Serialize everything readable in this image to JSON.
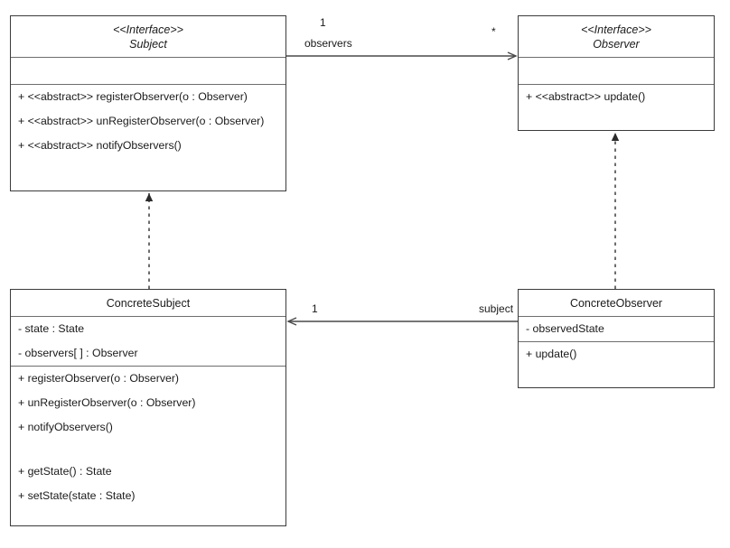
{
  "diagram": {
    "title": "Observer Pattern UML Class Diagram",
    "type": "uml-class-diagram",
    "colors": {
      "background": "#ffffff",
      "box_border": "#3b3b3b",
      "compartment_divider": "#6e6e6e",
      "connector": "#4a4a4a",
      "text": "#1a1a1a"
    }
  },
  "classes": {
    "subject": {
      "stereotype": "<<Interface>>",
      "name": "Subject",
      "attributes": [],
      "operations": [
        "+ <<abstract>> registerObserver(o : Observer)",
        "+ <<abstract>> unRegisterObserver(o : Observer)",
        "+ <<abstract>> notifyObservers()"
      ]
    },
    "observer": {
      "stereotype": "<<Interface>>",
      "name": "Observer",
      "attributes": [],
      "operations": [
        "+ <<abstract>> update()"
      ]
    },
    "concrete_subject": {
      "name": "ConcreteSubject",
      "attributes": [
        "- state : State",
        "- observers[ ] : Observer"
      ],
      "operations": [
        "+ registerObserver(o : Observer)",
        "+ unRegisterObserver(o : Observer)",
        "+ notifyObservers()",
        "",
        "+ getState() : State",
        "+ setState(state : State)"
      ]
    },
    "concrete_observer": {
      "name": "ConcreteObserver",
      "attributes": [
        "- observedState"
      ],
      "operations": [
        "+ update()"
      ]
    }
  },
  "relationships": {
    "subject_to_observer": {
      "kind": "association",
      "source_multiplicity": "1",
      "role_name": "observers",
      "target_multiplicity": "*"
    },
    "concrete_observer_to_concrete_subject": {
      "kind": "association",
      "target_multiplicity": "1",
      "role_name": "subject"
    },
    "concrete_subject_realizes_subject": {
      "kind": "realization"
    },
    "concrete_observer_realizes_observer": {
      "kind": "realization"
    }
  }
}
